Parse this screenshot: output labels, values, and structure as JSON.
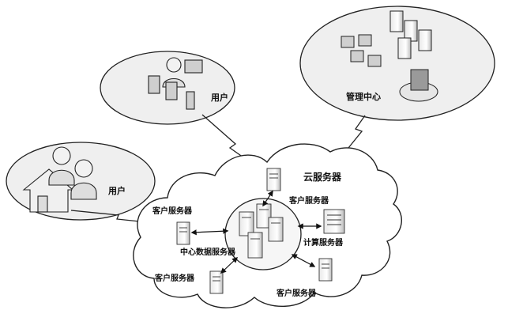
{
  "diagram": {
    "cloud_label": "云服务器",
    "central_server_label": "中心数据服务器",
    "client_server_label": "客户服务器",
    "compute_server_label": "计算服务器",
    "user_home_label": "用户",
    "user_devices_label": "用户",
    "management_center_label": "管理中心"
  }
}
